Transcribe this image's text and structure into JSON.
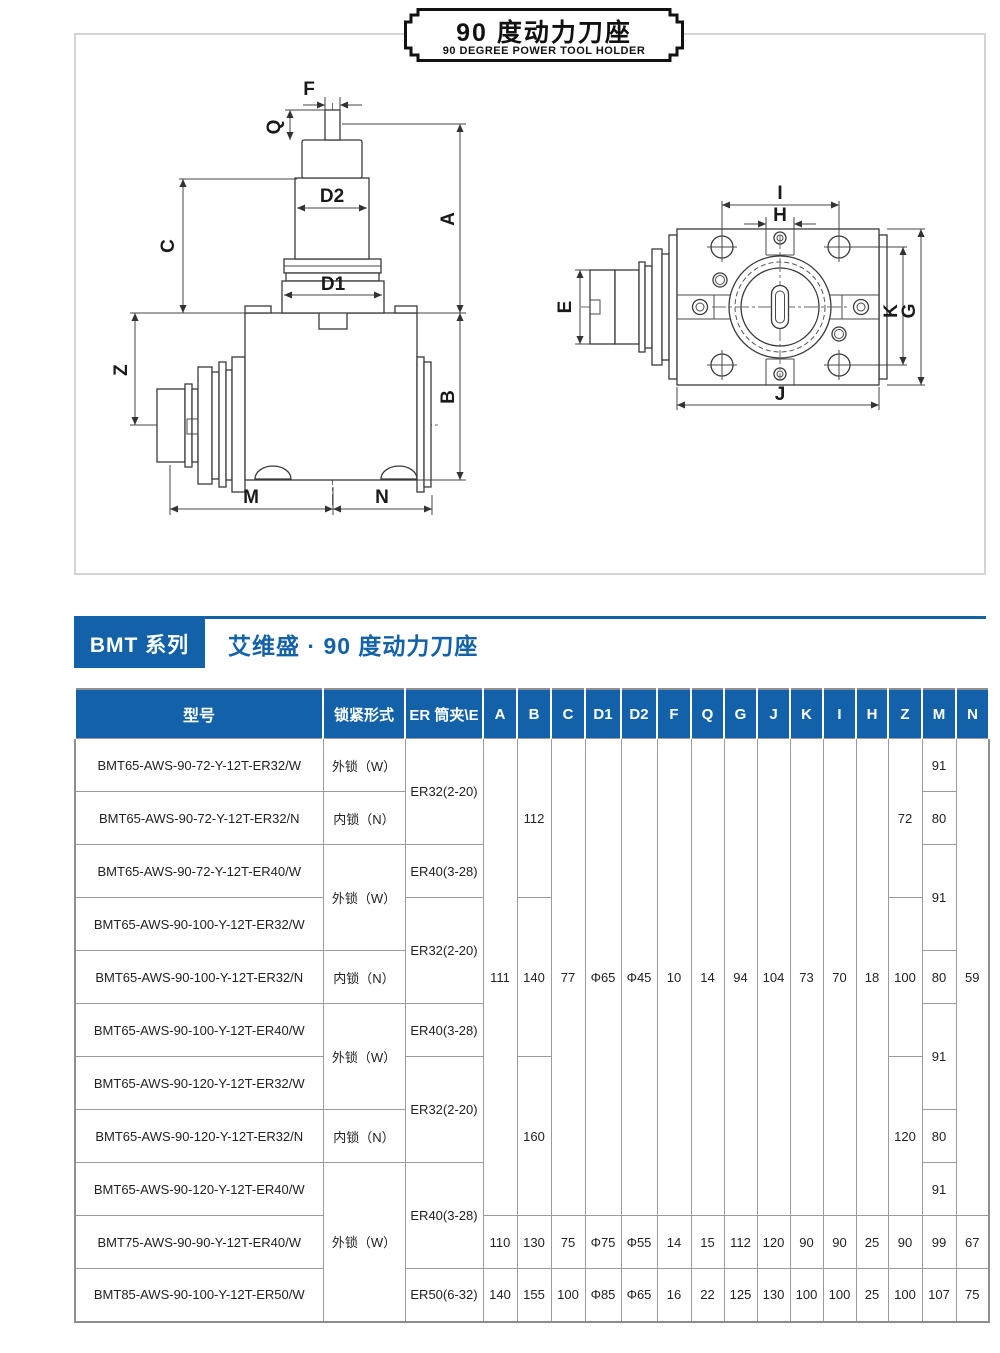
{
  "colors": {
    "accent": "#1362a9",
    "box_border": "#d4d4d4",
    "table_border": "#9b9b9b",
    "line": "#3a3a3a"
  },
  "banner": {
    "title": "90 度动力刀座",
    "subtitle": "90 DEGREE POWER TOOL HOLDER"
  },
  "section": {
    "badge": "BMT 系列",
    "title": "艾维盛 · 90 度动力刀座"
  },
  "drawing": {
    "dims": {
      "f": "F",
      "q": "Q",
      "d2": "D2",
      "d1": "D1",
      "a": "A",
      "b": "B",
      "c": "C",
      "z": "Z",
      "m": "M",
      "n": "N",
      "i": "I",
      "h": "H",
      "e": "E",
      "j": "J",
      "k": "K",
      "g": "G"
    }
  },
  "table": {
    "headers": [
      "型号",
      "锁紧形式",
      "ER 筒夹\\E",
      "A",
      "B",
      "C",
      "D1",
      "D2",
      "F",
      "Q",
      "G",
      "J",
      "K",
      "I",
      "H",
      "Z",
      "M",
      "N"
    ],
    "rows": {
      "r1": {
        "model": "BMT65-AWS-90-72-Y-12T-ER32/W",
        "lock": "外锁（W）",
        "er": "ER32(2-20)",
        "A": "111",
        "B": "112",
        "C": "77",
        "D1": "Φ65",
        "D2": "Φ45",
        "F": "10",
        "Q": "14",
        "G": "94",
        "J": "104",
        "K": "73",
        "I": "70",
        "H": "18",
        "Z": "72",
        "M": "91",
        "N": "59"
      },
      "r2": {
        "model": "BMT65-AWS-90-72-Y-12T-ER32/N",
        "lock": "内锁（N）",
        "M": "80"
      },
      "r3": {
        "model": "BMT65-AWS-90-72-Y-12T-ER40/W",
        "lock": "外锁（W）",
        "er": "ER40(3-28)",
        "M": "91"
      },
      "r4": {
        "model": "BMT65-AWS-90-100-Y-12T-ER32/W",
        "er": "ER32(2-20)",
        "B": "140",
        "Z": "100"
      },
      "r5": {
        "model": "BMT65-AWS-90-100-Y-12T-ER32/N",
        "lock": "内锁（N）",
        "M": "80"
      },
      "r6": {
        "model": "BMT65-AWS-90-100-Y-12T-ER40/W",
        "lock": "外锁（W）",
        "er": "ER40(3-28)",
        "M": "91"
      },
      "r7": {
        "model": "BMT65-AWS-90-120-Y-12T-ER32/W",
        "er": "ER32(2-20)",
        "B": "160",
        "Z": "120"
      },
      "r8": {
        "model": "BMT65-AWS-90-120-Y-12T-ER32/N",
        "lock": "内锁（N）",
        "M": "80"
      },
      "r9": {
        "model": "BMT65-AWS-90-120-Y-12T-ER40/W",
        "lock": "外锁（W）",
        "er": "ER40(3-28)",
        "M": "91"
      },
      "r10": {
        "model": "BMT75-AWS-90-90-Y-12T-ER40/W",
        "A": "110",
        "B": "130",
        "C": "75",
        "D1": "Φ75",
        "D2": "Φ55",
        "F": "14",
        "Q": "15",
        "G": "112",
        "J": "120",
        "K": "90",
        "I": "90",
        "H": "25",
        "Z": "90",
        "M": "99",
        "N": "67"
      },
      "r11": {
        "model": "BMT85-AWS-90-100-Y-12T-ER50/W",
        "er": "ER50(6-32)",
        "A": "140",
        "B": "155",
        "C": "100",
        "D1": "Φ85",
        "D2": "Φ65",
        "F": "16",
        "Q": "22",
        "G": "125",
        "J": "130",
        "K": "100",
        "I": "100",
        "H": "25",
        "Z": "100",
        "M": "107",
        "N": "75"
      }
    }
  }
}
